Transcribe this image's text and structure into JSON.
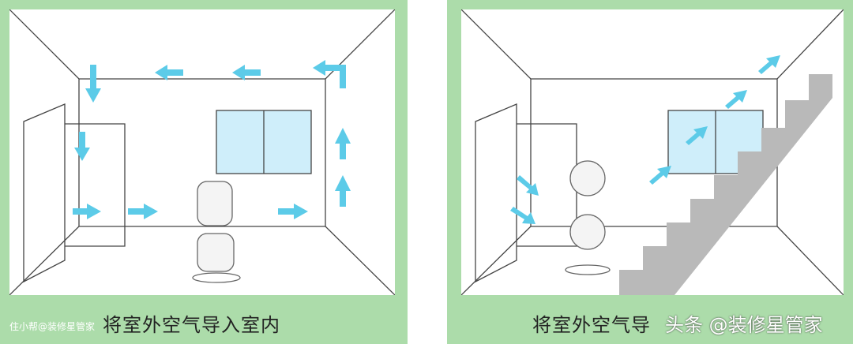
{
  "left_panel": {
    "caption": "将室外空气导入室内",
    "watermark": "住小帮@装修星管家"
  },
  "right_panel": {
    "caption": "将室外空气导",
    "watermark": "头条 @装修星管家"
  },
  "colors": {
    "background": "#acdcaa",
    "arrow": "#5ccbe8",
    "window": "#cfeefa",
    "stairs": "#b9b9b9"
  }
}
